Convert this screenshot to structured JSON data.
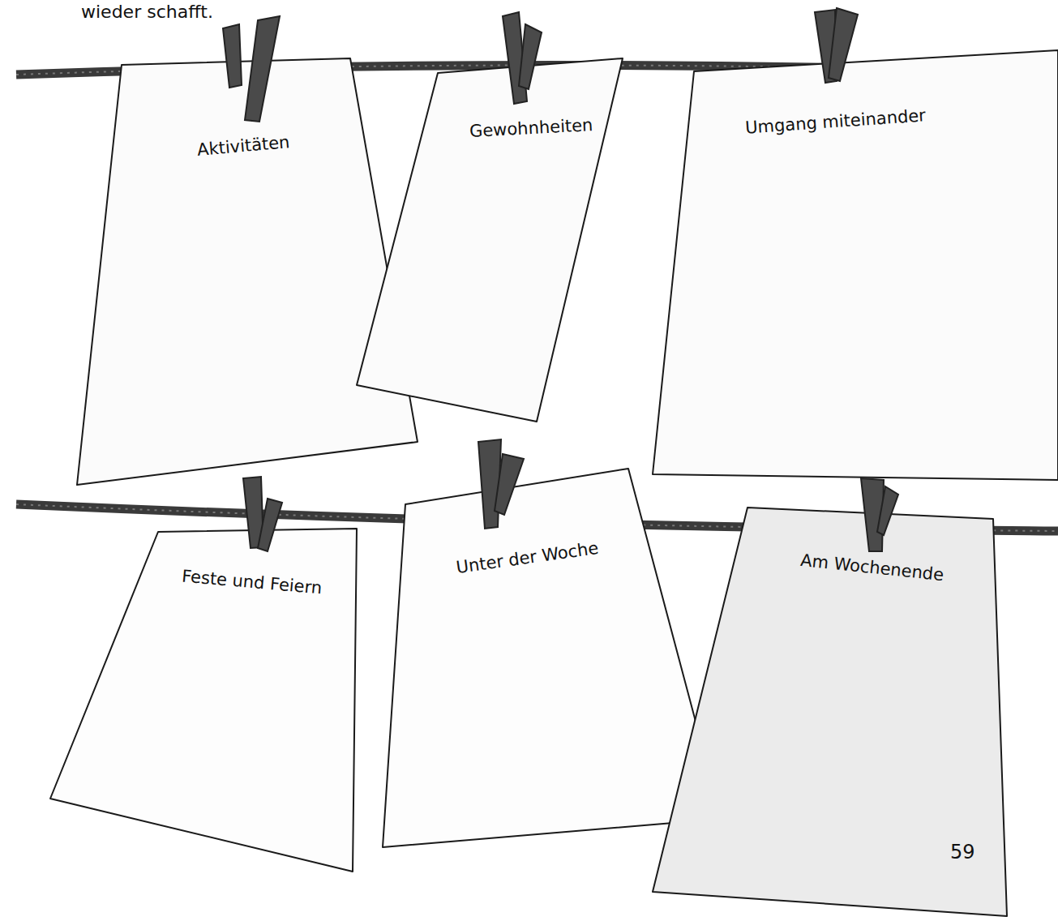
{
  "diagram": {
    "nodes": [
      {
        "text": [
          "Aktivitäten"
        ]
      },
      {
        "text": [
          "Gewohnheiten"
        ]
      },
      {
        "text": [
          "Umgang miteinander"
        ]
      },
      {
        "text": [
          "Feste und Feiern"
        ]
      },
      {
        "text": [
          "Unter der Woche"
        ]
      },
      {
        "text": [
          "Am Wochenende"
        ]
      }
    ],
    "labels": [
      "wieder schafft.",
      "59"
    ]
  }
}
